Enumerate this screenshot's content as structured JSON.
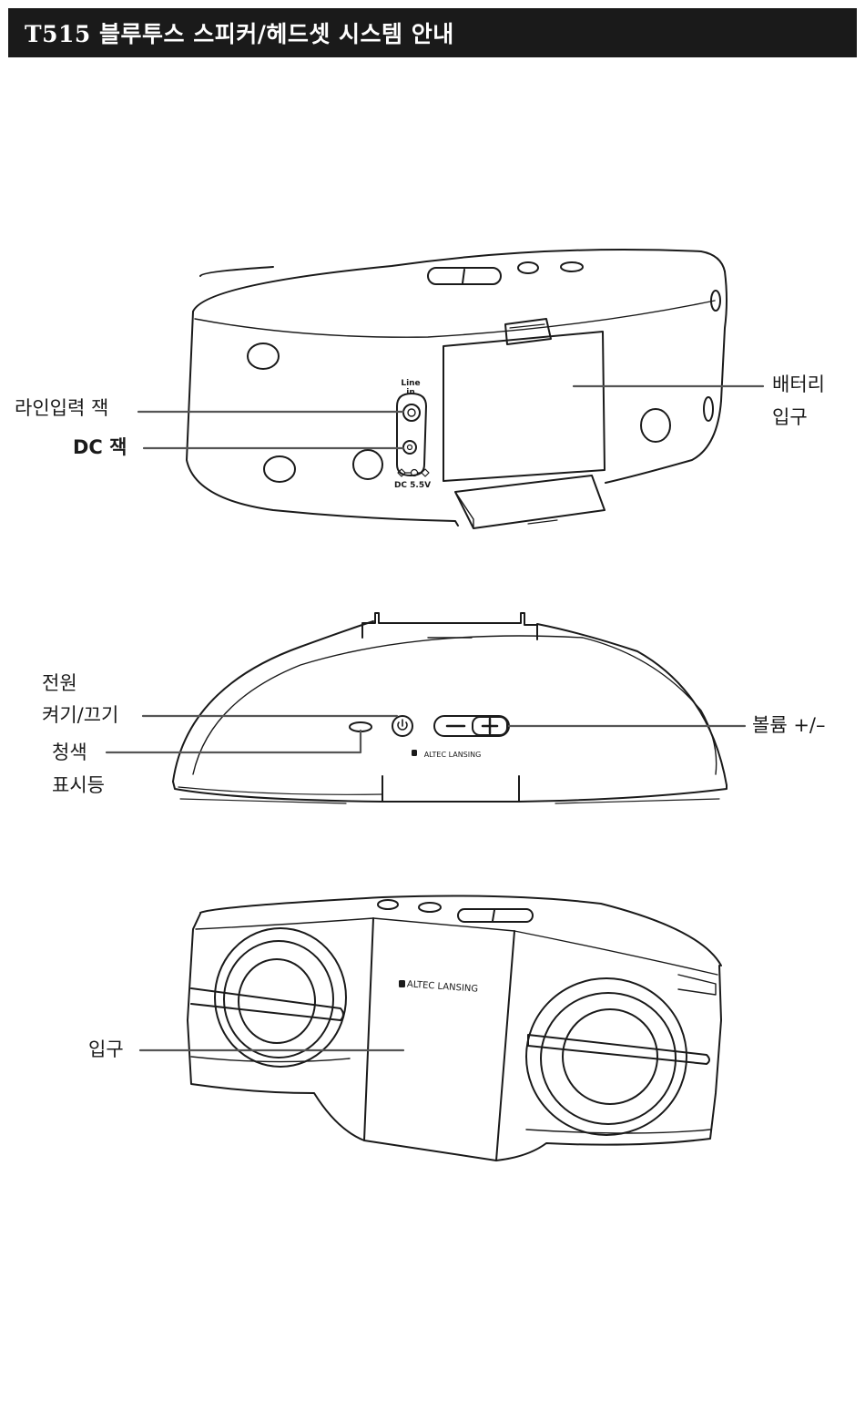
{
  "header": {
    "title": "T515 블루투스 스피커/헤드셋 시스템 안내",
    "background_color": "#1a1a1a",
    "text_color": "#ffffff"
  },
  "figures": {
    "back_view": {
      "callouts": {
        "line_in_jack": "라인입력 잭",
        "dc_jack": "DC 잭",
        "battery_line1": "배터리",
        "battery_line2": "입구"
      },
      "device_print": {
        "line_in_line1": "Line",
        "line_in_line2": "in",
        "dc_rating": "DC 5.5V"
      }
    },
    "top_view": {
      "callouts": {
        "power_line1": "전원",
        "power_line2": "켜기/끄기",
        "indicator_line1": "청색",
        "indicator_line2": "표시등",
        "volume": "볼륨 +/–"
      },
      "device_print": {
        "brand": "ALTEC LANSING"
      }
    },
    "front_view": {
      "callouts": {
        "inlet": "입구"
      },
      "device_print": {
        "brand": "ALTEC LANSING"
      }
    }
  },
  "icons": {
    "power": "power-icon",
    "minus": "minus-icon",
    "plus": "plus-icon",
    "brand_logo": "altec-logo-icon"
  }
}
